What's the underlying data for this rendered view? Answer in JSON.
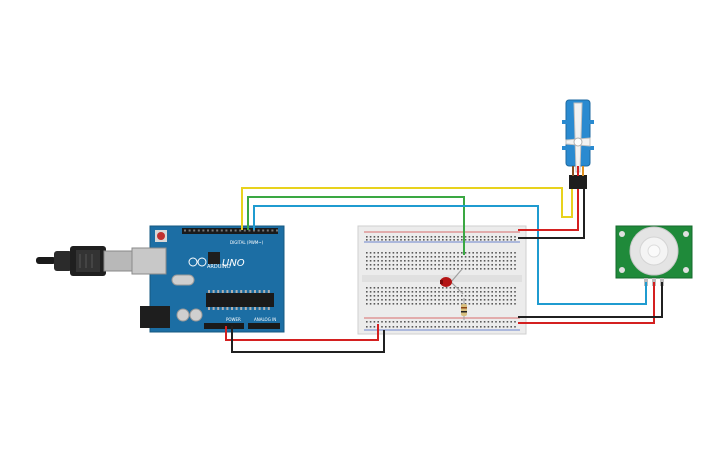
{
  "arduino": {
    "brand": "ARDUINO",
    "model": "UNO",
    "digital_header_label": "DIGITAL (PWM~)",
    "power_label": "POWER",
    "analog_label": "ANALOG IN",
    "board_color": "#1c6ea4"
  },
  "wires": {
    "yellow": "#e8d21d",
    "green": "#3aa843",
    "blue": "#1f9bd0",
    "red": "#d42020",
    "black": "#202020"
  },
  "components": {
    "servo_color": "#2a8ad0",
    "pir_color": "#1f8a3a",
    "led_color": "#b41414",
    "breadboard_color": "#ececec"
  }
}
